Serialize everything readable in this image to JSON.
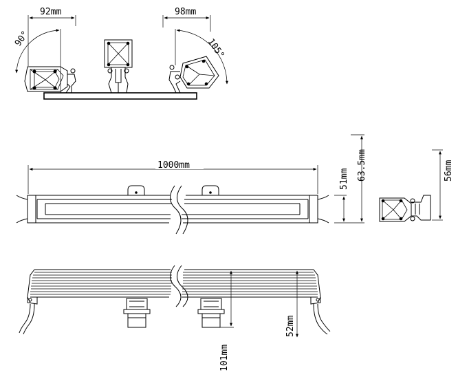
{
  "top_view": {
    "left_offset": "92mm",
    "right_offset": "98mm",
    "left_angle": "90°",
    "right_angle": "105°"
  },
  "front_view": {
    "length": "1000mm"
  },
  "side_view": {
    "height_body": "51mm",
    "height_total": "63.5mm",
    "height_bracket": "56mm"
  },
  "bottom_view": {
    "bracket_depth": "52mm",
    "total_depth": "101mm"
  }
}
